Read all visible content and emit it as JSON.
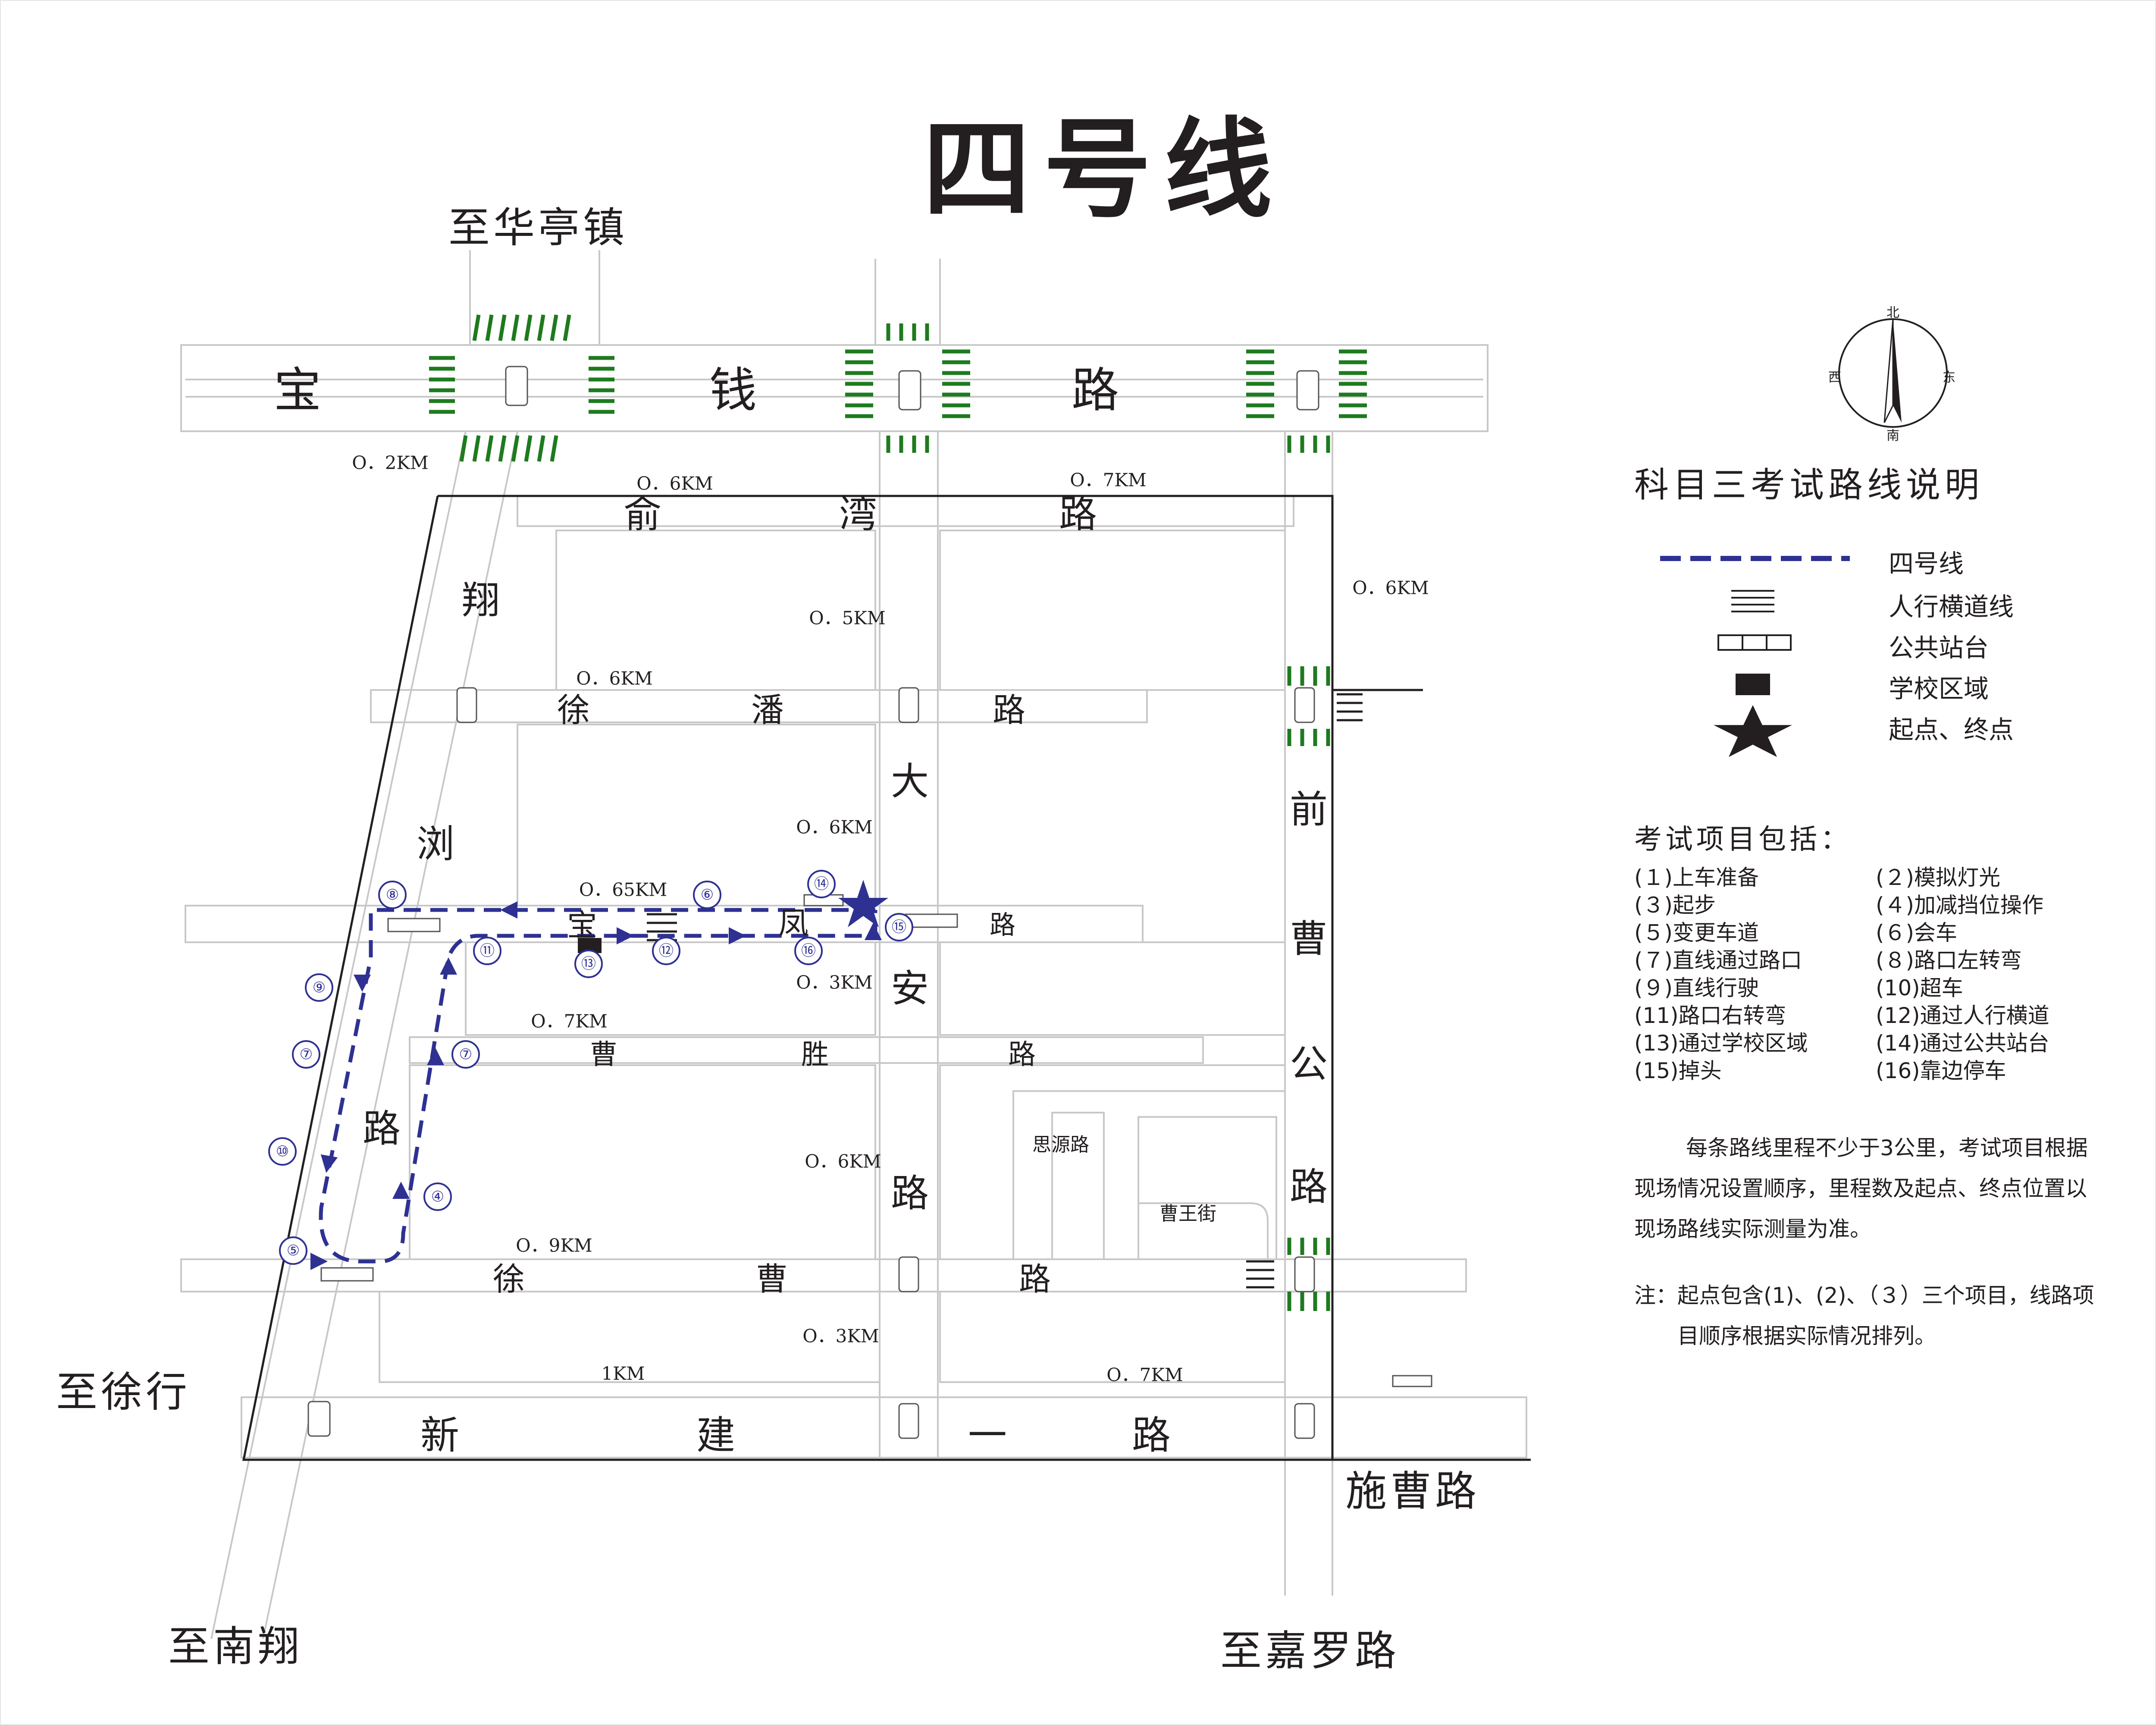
{
  "title": "四号线",
  "destinations": {
    "north": "至华亭镇",
    "west": "至徐行",
    "southwest": "至南翔",
    "south": "至嘉罗路",
    "southeast": "施曹路"
  },
  "roads": {
    "baoqian": [
      "宝",
      "钱",
      "路"
    ],
    "yuwan": [
      "俞",
      "湾",
      "路"
    ],
    "xupan": [
      "徐",
      "潘",
      "路"
    ],
    "baofeng": [
      "宝",
      "凤",
      "路"
    ],
    "caosheng": [
      "曹",
      "胜",
      "路"
    ],
    "xucao": [
      "徐",
      "曹",
      "路"
    ],
    "xinjian": [
      "新",
      "建",
      "一",
      "路"
    ],
    "xiangliu": [
      "翔",
      "浏",
      "路"
    ],
    "daan": [
      "大",
      "安",
      "路"
    ],
    "qiancao": [
      "前",
      "曹",
      "公",
      "路"
    ],
    "siyuan": "思源路",
    "caowang": "曹王街"
  },
  "distances": [
    "O．2KM",
    "O．6KM",
    "O．7KM",
    "O．5KM",
    "O．6KM",
    "O．6KM",
    "O．6KM",
    "O．65KM",
    "O．3KM",
    "O．7KM",
    "O．6KM",
    "O．9KM",
    "O．3KM",
    "1KM",
    "O．7KM"
  ],
  "markers": [
    "⑧",
    "⑥",
    "⑭",
    "⑪",
    "⑬",
    "⑫",
    "⑯",
    "⑮",
    "⑨",
    "⑦",
    "⑦",
    "⑩",
    "④",
    "⑤"
  ],
  "compass": {
    "n": "北",
    "s": "南",
    "e": "东",
    "w": "西"
  },
  "legend": {
    "title": "科目三考试路线说明",
    "items": [
      {
        "icon": "dashed-route",
        "label": "四号线"
      },
      {
        "icon": "crosswalk",
        "label": "人行横道线"
      },
      {
        "icon": "bus-stop",
        "label": "公共站台"
      },
      {
        "icon": "school-zone",
        "label": "学校区域"
      },
      {
        "icon": "star",
        "label": "起点、终点"
      }
    ]
  },
  "exam": {
    "title": "考试项目包括：",
    "items": [
      "(１)上车准备",
      "(２)模拟灯光",
      "(３)起步",
      "(４)加减挡位操作",
      "(５)变更车道",
      "(６)会车",
      "(７)直线通过路口",
      "(８)路口左转弯",
      "(９)直线行驶",
      "(10)超车",
      "(11)路口右转弯",
      "(12)通过人行横道",
      "(13)通过学校区域",
      "(14)通过公共站台",
      "(15)掉头",
      "(16)靠边停车"
    ]
  },
  "notes": {
    "para": "每条路线里程不少于3公里，考试项目根据现场情况设置顺序，里程数及起点、终点位置以现场路线实际测量为准。",
    "note": "注：起点包含(1)、(2)、（３）三个项目，线路项目顺序根据实际情况排列。"
  },
  "colors": {
    "route": "#2e3192",
    "crosswalk_green": "#1e7a1e",
    "road_line": "#c8c8c8",
    "text": "#231f20"
  }
}
